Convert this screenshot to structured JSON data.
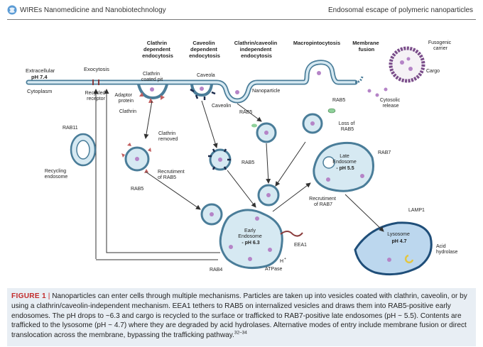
{
  "header": {
    "journal": "WIREs Nanomedicine and Nanobiotechnology",
    "running_title": "Endosomal escape of polymeric nanoparticles"
  },
  "diagram": {
    "pathways": {
      "clathrin": [
        "Clathrin",
        "dependent",
        "endocytosis"
      ],
      "caveolin": [
        "Caveolin",
        "dependent",
        "endocytosis"
      ],
      "independent": [
        "Clathrin/caveolin",
        "independent",
        "endocytosis"
      ],
      "macro": "Macropintocytosis",
      "fusion": [
        "Membrane",
        "fusion"
      ]
    },
    "labels": {
      "extracellular": "Extracellular",
      "ph_extracellular": "pH 7.4",
      "cytoplasm": "Cytoplasm",
      "exocytosis": "Exocytosis",
      "recycled_receptor": [
        "Recycled",
        "receptor"
      ],
      "clathrin_coated_pit": [
        "Clathrin",
        "coated pit"
      ],
      "adaptor_protein": [
        "Adaptor",
        "protein"
      ],
      "clathrin": "Clathrin",
      "caveola": "Caveola",
      "caveolin": "Caveolin",
      "nanoparticle": "Nanoparticle",
      "rab5_a": "RAB5",
      "rab5_b": "RAB5",
      "rab5_c": "RAB5",
      "rab5_d": "RAB5",
      "fusogenic_carrier": [
        "Fusogenic",
        "carrier"
      ],
      "cargo": "Cargo",
      "cytosolic_release": [
        "Cytosolic",
        "release"
      ],
      "rab11": "RAB11",
      "recycling_endosome": [
        "Recycling",
        "endosome"
      ],
      "clathrin_removed": [
        "Clathrin",
        "removed"
      ],
      "recruitment_rab5": [
        "Recrutiment",
        "of RAB5"
      ],
      "loss_rab5": [
        "Loss of",
        "RAB5"
      ],
      "rab7": "RAB7",
      "late_endosome": [
        "Late",
        "Endosome",
        "- pH 5.5"
      ],
      "recruitment_rab7": [
        "Recrutiment",
        "of RAB7"
      ],
      "early_endosome": [
        "Early",
        "Endosome",
        "- pH 6.3"
      ],
      "eea1": "EEA1",
      "rab4": "RAB4",
      "h_plus": "H",
      "atpase": "ATPase",
      "lamp1": "LAMP1",
      "lysosome": [
        "Lysosome",
        "pH 4.7"
      ],
      "acid_hydrolase": [
        "Acid",
        "hydrolase"
      ]
    }
  },
  "caption": {
    "label": "FIGURE 1",
    "separator": "|",
    "text": "Nanoparticles can enter cells through multiple mechanisms. Particles are taken up into vesicles coated with clathrin, caveolin, or by using a clathrin/caveolin-independent mechanism. EEA1 tethers to RAB5 on internalized vesicles and draws them into RAB5-positive early endosomes. The pH drops to ~6.3 and cargo is recycled to the surface or trafficked to RAB7-positive late endosomes (pH ~ 5.5). Contents are trafficked to the lysosome (pH ~ 4.7) where they are degraded by acid hydrolases. Alternative modes of entry include membrane fusion or direct translocation across the membrane, bypassing the trafficking pathway.",
    "refs": "32–34"
  },
  "colors": {
    "membrane_fill": "#d6e9f2",
    "membrane_stroke": "#4a7d99",
    "caption_bg": "#e8eef4",
    "figure_label": "#c22a2a",
    "rab5": "#8fd19a",
    "rab7": "#e58a8a",
    "lysosome_fill": "#bcd7ee"
  }
}
